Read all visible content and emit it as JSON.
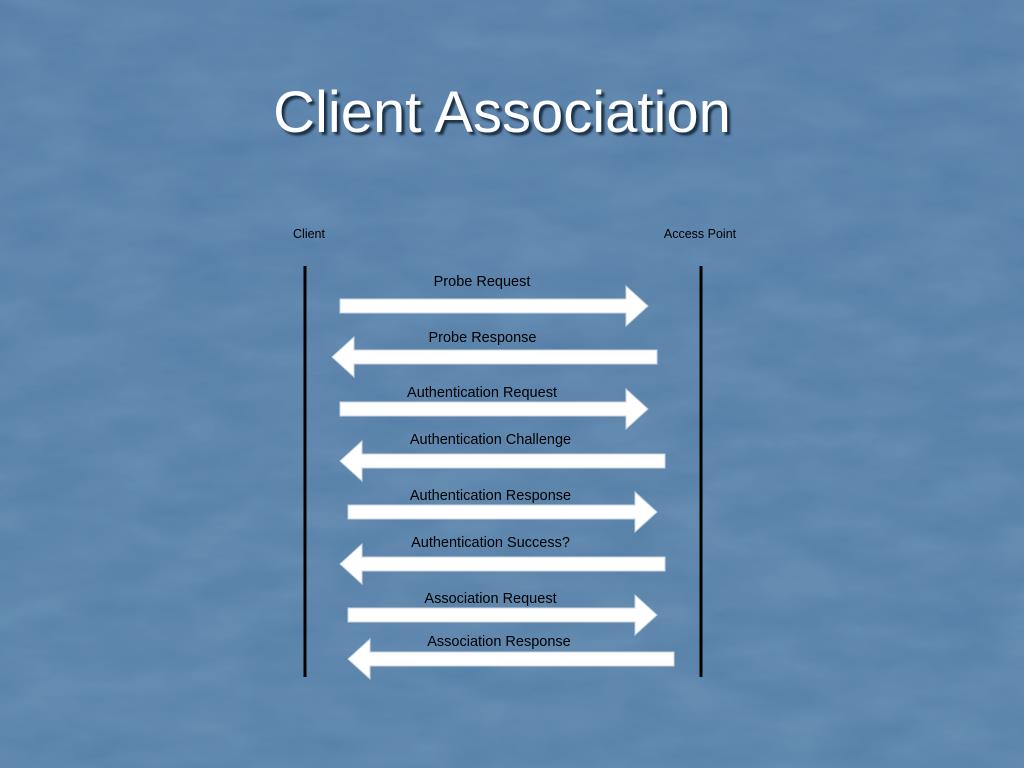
{
  "slide": {
    "title": "Client Association"
  },
  "diagram": {
    "parties": {
      "client": "Client",
      "access_point": "Access Point"
    },
    "messages": [
      {
        "label": "Probe Request",
        "direction": "client-to-ap"
      },
      {
        "label": "Probe Response",
        "direction": "ap-to-client"
      },
      {
        "label": "Authentication Request",
        "direction": "client-to-ap"
      },
      {
        "label": "Authentication Challenge",
        "direction": "ap-to-client"
      },
      {
        "label": "Authentication Response",
        "direction": "client-to-ap"
      },
      {
        "label": "Authentication Success?",
        "direction": "ap-to-client"
      },
      {
        "label": "Association Request",
        "direction": "client-to-ap"
      },
      {
        "label": "Association Response",
        "direction": "ap-to-client"
      }
    ]
  },
  "colors": {
    "background": "#4b76a0",
    "arrow_fill": "#ffffff",
    "arrow_stroke": "#c8d4e0",
    "lifeline": "#000000",
    "title_text": "#ffffff"
  }
}
